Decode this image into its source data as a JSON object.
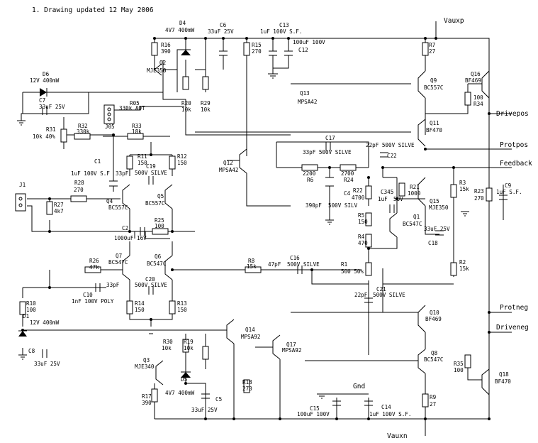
{
  "title": "1. Drawing updated 12 May 2006",
  "nets": {
    "vauxp": "Vauxp",
    "vauxn": "Vauxn",
    "drivepos": "Drivepos",
    "protpos": "Protpos",
    "feedback": "Feedback",
    "protneg": "Protneg",
    "driveneg": "Driveneg",
    "gnd": "Gnd"
  },
  "connectors": {
    "j1": "J1",
    "j05": "J05"
  },
  "components": {
    "d4": [
      "D4",
      "4V7 400mW"
    ],
    "c6": [
      "C6",
      "33uF 25V"
    ],
    "c13": [
      "C13",
      "1uF 100V S.F."
    ],
    "c12": [
      "100uF 100V",
      "C12"
    ],
    "r16": [
      "R16",
      "390"
    ],
    "q2": [
      "Q2",
      "MJE350"
    ],
    "r15": [
      "R15",
      "270"
    ],
    "r7": [
      "R7",
      "27"
    ],
    "q9": [
      "Q9",
      "BC557C"
    ],
    "q16": [
      "Q16",
      "BF469"
    ],
    "r34": [
      "100",
      "R34"
    ],
    "d6": [
      "D6",
      "12V 400mW"
    ],
    "c7": [
      "C7",
      "33uF 25V"
    ],
    "r20": [
      "R20",
      "10k"
    ],
    "r29": [
      "R29",
      "10k"
    ],
    "q13": [
      "Q13",
      "MPSA42"
    ],
    "r05": [
      "R05",
      "330k AOT"
    ],
    "q11": [
      "Q11",
      "BF470"
    ],
    "r31": [
      "R31",
      "10k 40%"
    ],
    "r32": [
      "R32",
      "330k"
    ],
    "r33": [
      "R33",
      "18k"
    ],
    "c17": [
      "C17",
      "33pF 500V SILVE"
    ],
    "c22": [
      "22pF 500V SILVE",
      "C22"
    ],
    "c1": [
      "C1",
      "1uF 100V S.F"
    ],
    "r11": [
      "R11",
      "150"
    ],
    "r12": [
      "R12",
      "150"
    ],
    "c19": [
      "33pF",
      "C19",
      "500V SILVE"
    ],
    "q12": [
      "Q12",
      "MPSA42"
    ],
    "r6": [
      "2200",
      "R6"
    ],
    "r24": [
      "2700",
      "R24"
    ],
    "r3": [
      "R3",
      "15k"
    ],
    "r23": [
      "R23",
      "270"
    ],
    "c9": [
      "C9",
      "1uF S.F."
    ],
    "r28": [
      "R28",
      "270"
    ],
    "q4": [
      "Q4",
      "BC557C"
    ],
    "q5": [
      "Q5",
      "BC557C"
    ],
    "r27": [
      "R27",
      "4k7"
    ],
    "r22": [
      "R22",
      "4700"
    ],
    "c345": [
      "C345",
      "1uF",
      "50V"
    ],
    "r21": [
      "R21",
      "1000"
    ],
    "q15": [
      "Q15",
      "MJE350"
    ],
    "c4": [
      "C4",
      "390pF",
      "500V SILV"
    ],
    "r25": [
      "R25",
      "100"
    ],
    "r5": [
      "R5",
      "150"
    ],
    "q1": [
      "Q1",
      "BC547C"
    ],
    "c18": [
      "33uF 25V",
      "C18"
    ],
    "c2": [
      "C2",
      "1000uF 16V"
    ],
    "r4": [
      "R4",
      "470"
    ],
    "r26": [
      "R26",
      "47k"
    ],
    "q7": [
      "Q7",
      "BC547C"
    ],
    "q6": [
      "Q6",
      "BC547C"
    ],
    "r8": [
      "R8",
      "15k"
    ],
    "c16": [
      "47pF",
      "C16",
      "500V SILVE"
    ],
    "r1": [
      "R1",
      "500 50%"
    ],
    "r2": [
      "R2",
      "15k"
    ],
    "c20": [
      "33pF",
      "C20",
      "500V SILVE"
    ],
    "c10": [
      "C10",
      "1nF 100V POLY"
    ],
    "c21": [
      "22pF",
      "C21",
      "500V SILVE"
    ],
    "r14": [
      "R14",
      "150"
    ],
    "r13": [
      "R13",
      "150"
    ],
    "r10": [
      "R10",
      "100"
    ],
    "d1": [
      "D1",
      "12V 400mW"
    ],
    "q10": [
      "Q10",
      "BF469"
    ],
    "q14": [
      "Q14",
      "MPSA92"
    ],
    "q17": [
      "Q17",
      "MPSA92"
    ],
    "r30": [
      "R30",
      "10k"
    ],
    "r19": [
      "R19",
      "10k"
    ],
    "c8": [
      "C8",
      "33uF 25V"
    ],
    "q8": [
      "Q8",
      "BC547C"
    ],
    "r35": [
      "R35",
      "100"
    ],
    "q3": [
      "Q3",
      "MJE340"
    ],
    "d5": [
      "D5",
      "4V7 400mW"
    ],
    "q18": [
      "Q18",
      "BF470"
    ],
    "r17": [
      "R17",
      "390"
    ],
    "c5": [
      "C5",
      "33uF 25V"
    ],
    "r18": [
      "R18",
      "270"
    ],
    "r9": [
      "R9",
      "27"
    ],
    "c15": [
      "C15",
      "100uF 100V"
    ],
    "c14": [
      "C14",
      "1uF 100V S.F."
    ]
  }
}
